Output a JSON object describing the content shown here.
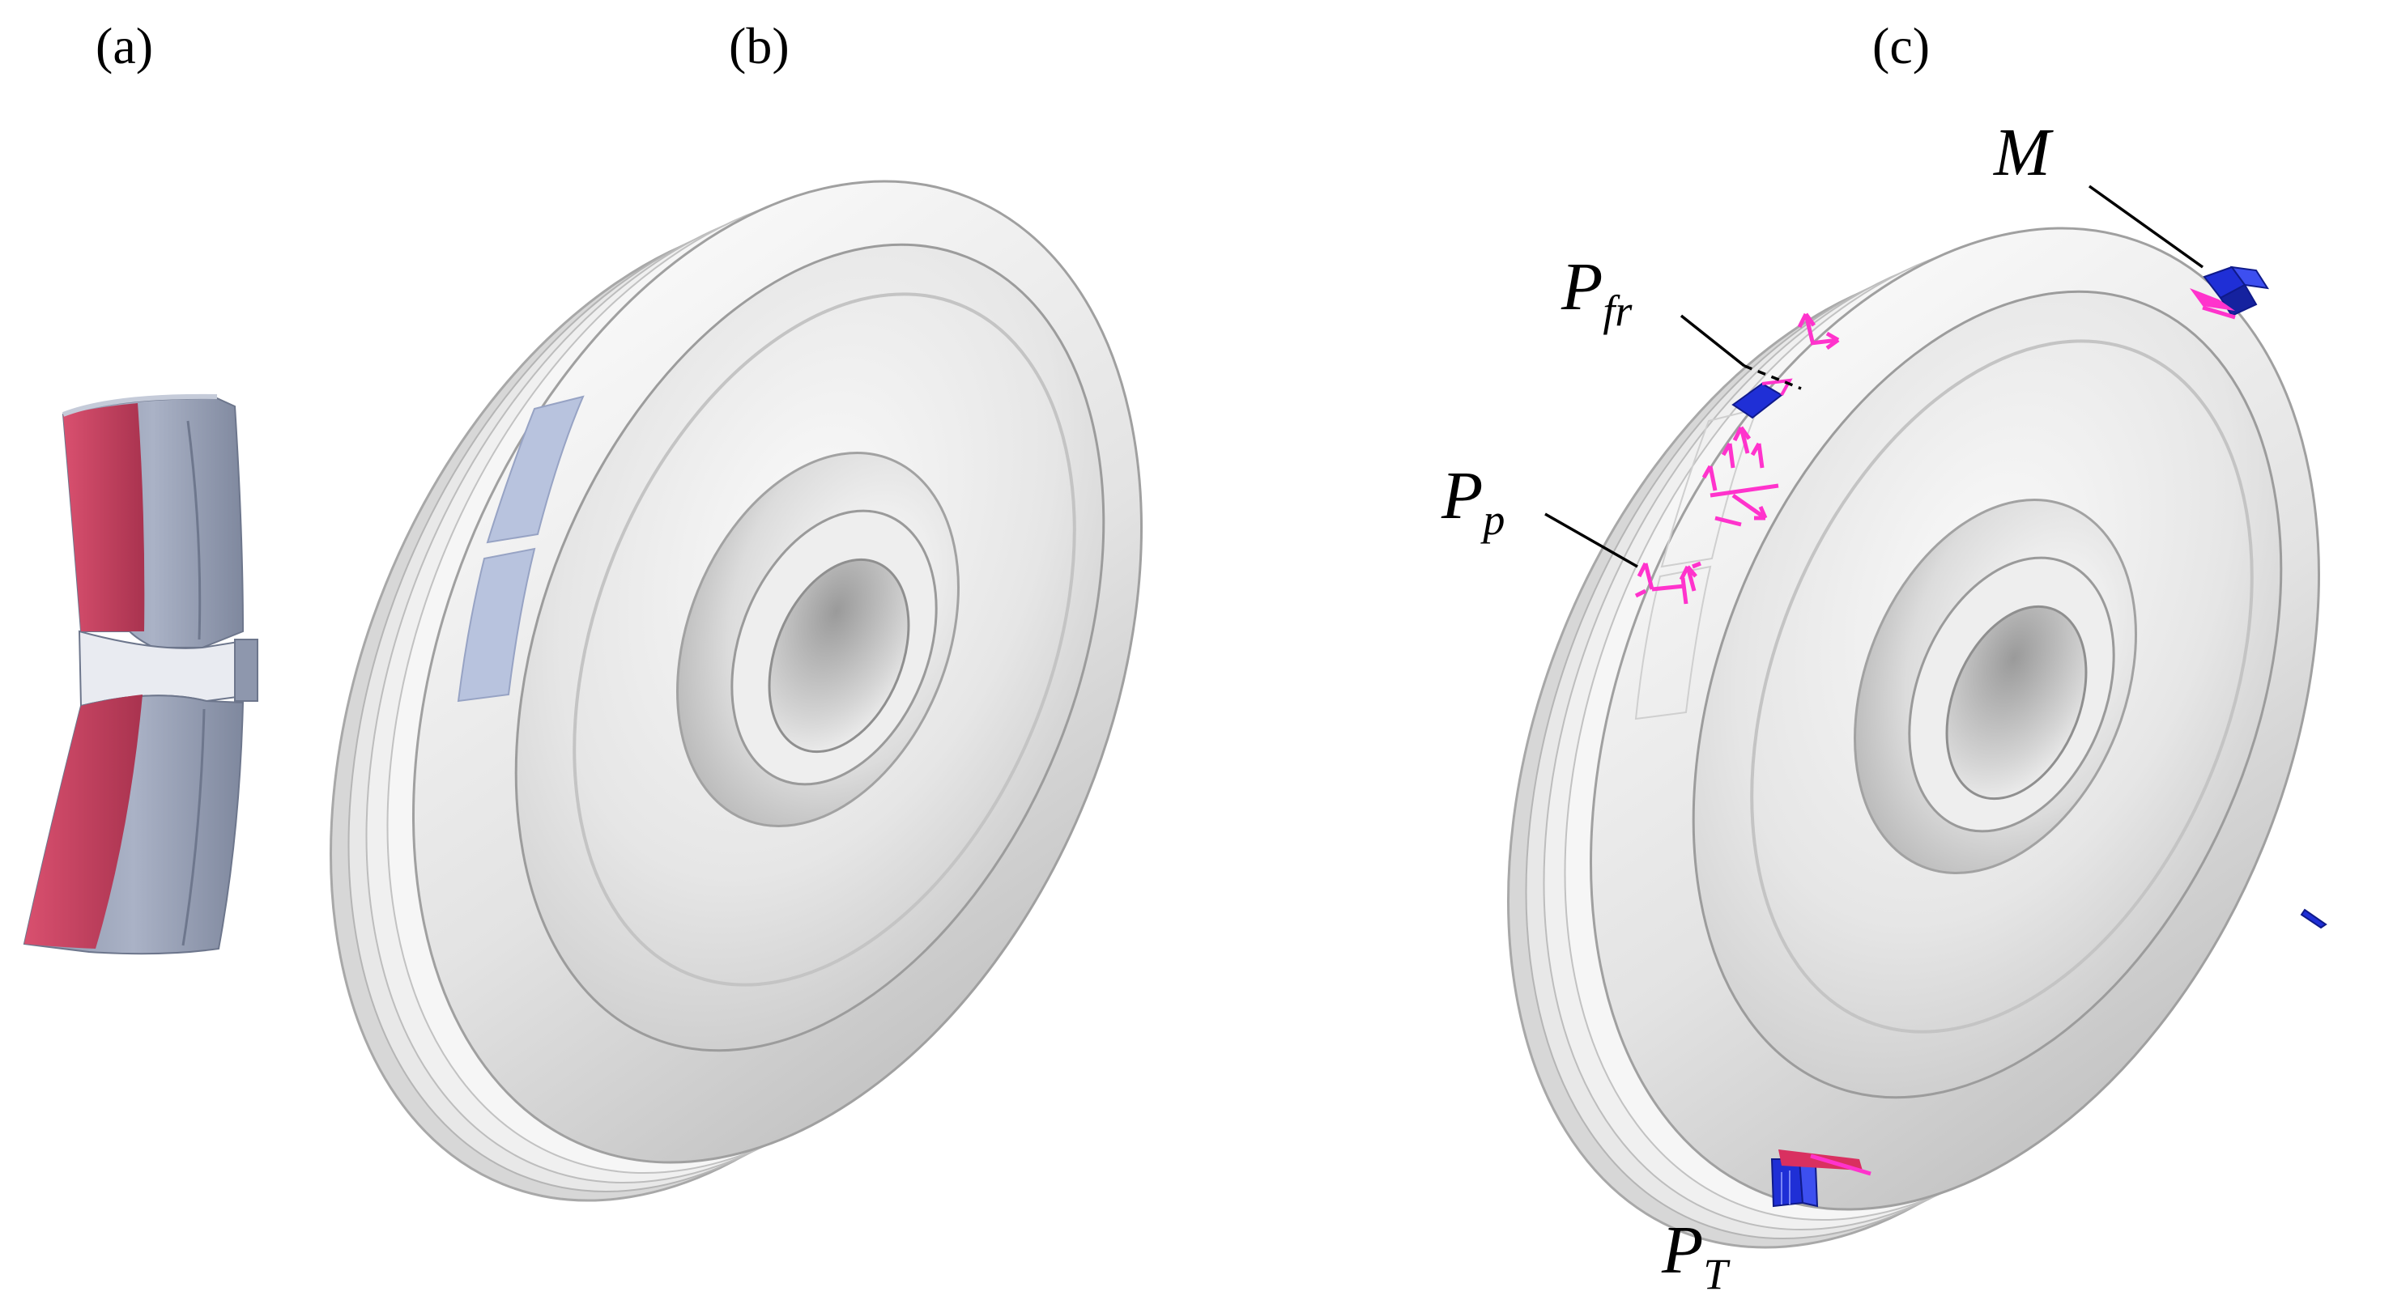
{
  "panels": [
    {
      "id": "a",
      "label": "(a)"
    },
    {
      "id": "b",
      "label": "(b)"
    },
    {
      "id": "c",
      "label": "(c)"
    }
  ],
  "annotations": {
    "M": {
      "main": "M"
    },
    "P_fr": {
      "main": "P",
      "sub": "fr"
    },
    "P_p": {
      "main": "P",
      "sub": "p"
    },
    "P_T": {
      "main": "P",
      "sub": "T"
    }
  },
  "colors": {
    "background": "#ffffff",
    "wheel_light": "#f6f6f6",
    "wheel_mid": "#dcdcdc",
    "wheel_dark": "#a9a9a9",
    "brake_pad_body": "#9aa3b6",
    "brake_pad_friction": "#c8405e",
    "contact_patch": "#b8c3de",
    "load_magenta": "#ff33cc",
    "constraint_blue": "#1f2fd6"
  }
}
